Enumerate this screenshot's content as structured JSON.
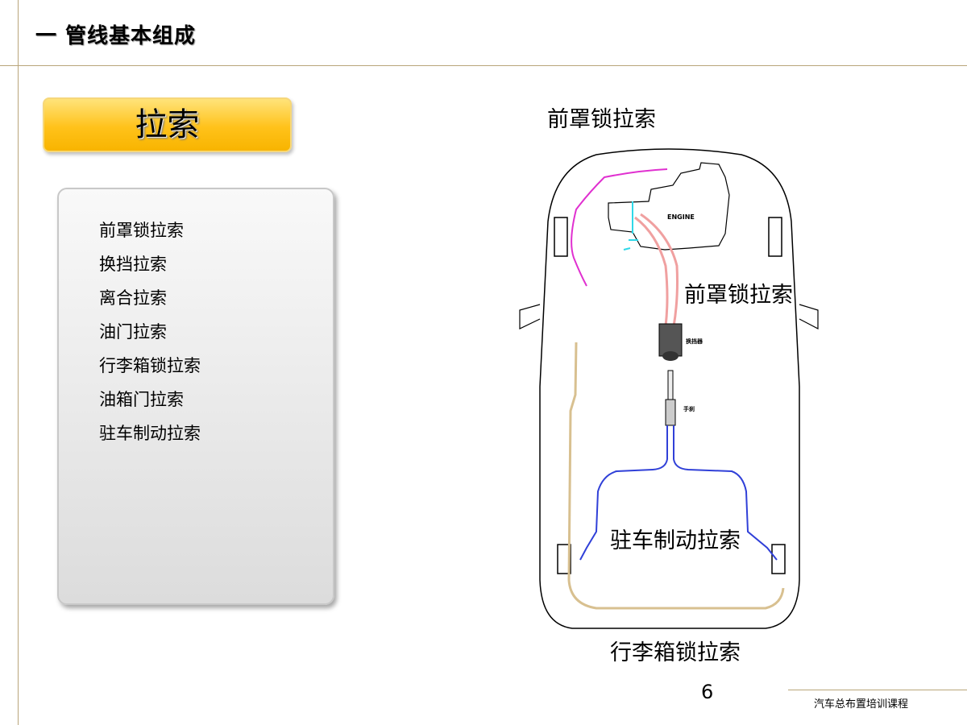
{
  "header": {
    "title": "一  管线基本组成"
  },
  "section": {
    "badge": "拉索"
  },
  "list": {
    "items": [
      "前罩锁拉索",
      "换挡拉索",
      "离合拉索",
      "油门拉索",
      "行李箱锁拉索",
      "油箱门拉索",
      "驻车制动拉索"
    ]
  },
  "diagram": {
    "labels": {
      "top": "前罩锁拉索",
      "middle": "前罩锁拉索",
      "parking": "驻车制动拉索",
      "trunk": "行李箱锁拉索",
      "engine": "ENGINE",
      "shifter": "换挡器",
      "handbrake": "手刹"
    },
    "colors": {
      "hood_cable": "#e030d0",
      "clutch_cable": "#30d8e8",
      "shift_cable": "#f0a0a0",
      "brake_cable": "#3040d8",
      "trunk_cable": "#d8c090",
      "outline": "#000000"
    }
  },
  "footer": {
    "page_number": "6",
    "course": "汽车总布置培训课程"
  }
}
